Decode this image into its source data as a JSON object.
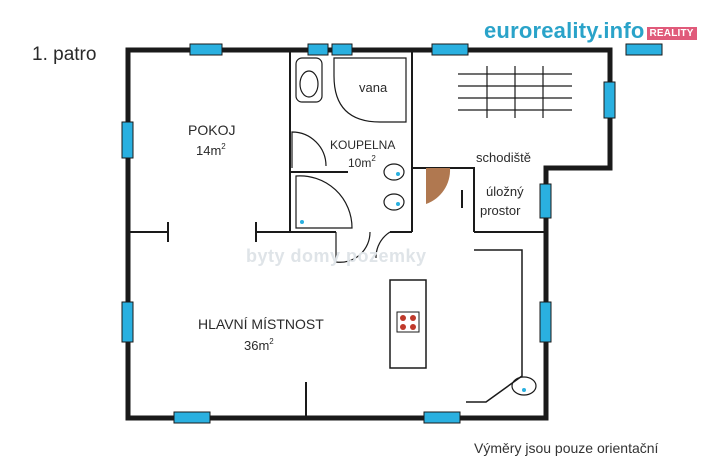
{
  "floor_label": "1. patro",
  "logo": {
    "text": "euroreality.info",
    "badge": "REALITY"
  },
  "watermark": "byty domy pozemky",
  "rooms": {
    "pokoj": {
      "name": "POKOJ",
      "area": "14m",
      "area_sup": "2"
    },
    "koupelna": {
      "name": "KOUPELNA",
      "area": "10m",
      "area_sup": "2"
    },
    "vana": {
      "name": "vana"
    },
    "schodiste": {
      "name": "schodiště"
    },
    "ulozny": {
      "line1": "úložný",
      "line2": "prostor"
    },
    "hlavni": {
      "name": "HLAVNÍ MÍSTNOST",
      "area": "36m",
      "area_sup": "2"
    }
  },
  "note": "Výměry jsou pouze orientační",
  "colors": {
    "wall": "#1a1a1a",
    "window": "#2ab0e0",
    "door": "#b07850",
    "hob": "#c0392b",
    "logo": "#2aa3c9"
  }
}
